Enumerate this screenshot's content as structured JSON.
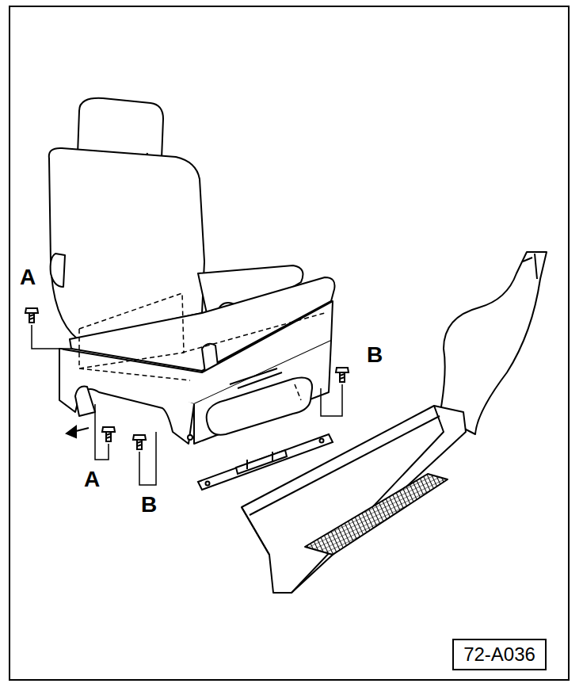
{
  "diagram": {
    "nodes": [
      {
        "text": [
          "72-A036"
        ]
      }
    ],
    "labels": [
      "A",
      "B",
      "A",
      "B"
    ]
  }
}
